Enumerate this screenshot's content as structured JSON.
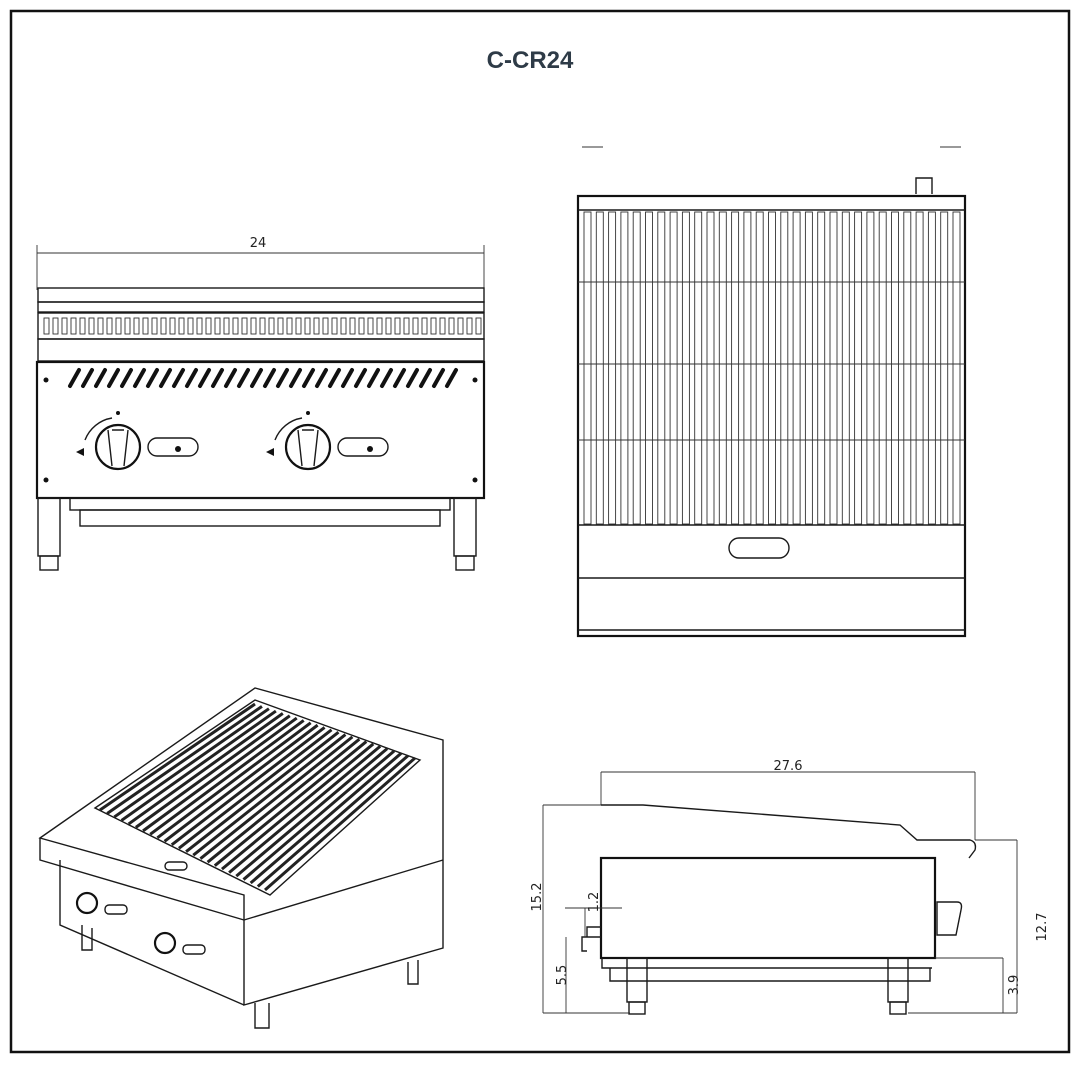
{
  "title": "C-CR24",
  "views": {
    "front": {
      "width_label": "24"
    },
    "side": {
      "depth_label": "27.6",
      "total_height_label": "15.2",
      "knob_depth_label": "1.2",
      "knob_height_label": "5.5",
      "rear_height_label": "12.7",
      "leg_height_label": "3.9"
    }
  }
}
